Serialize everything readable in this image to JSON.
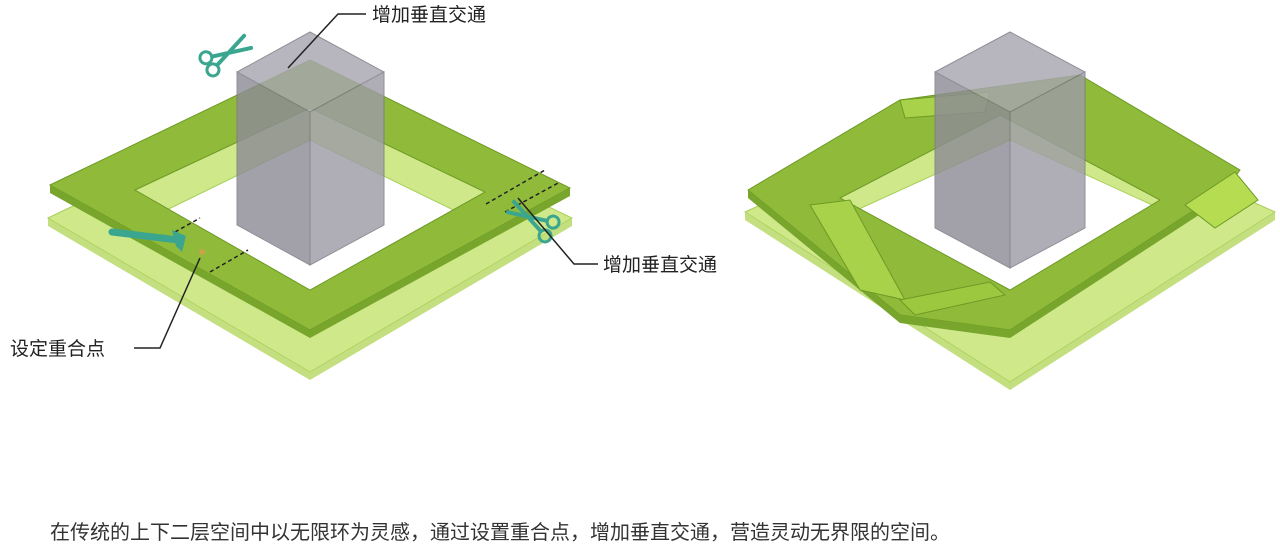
{
  "labels": {
    "vertical_traffic_top": "增加垂直交通",
    "vertical_traffic_right": "增加垂直交通",
    "overlap_point": "设定重合点"
  },
  "caption": "在传统的上下二层空间中以无限环为灵感，通过设置重合点，增加垂直交通，营造灵动无界限的空间。",
  "colors": {
    "ring_dark": "#8fba3a",
    "ring_dark_edge": "#6d9a25",
    "ring_light": "#cfe88a",
    "ring_light_edge": "#a8cf5a",
    "column_fill": "#8e8c96",
    "column_edge": "#6e6c76",
    "scissors": "#3aa68f",
    "tool": "#3aa68f"
  },
  "icons": [
    "scissors-icon",
    "scissors-icon",
    "hammer-icon"
  ]
}
